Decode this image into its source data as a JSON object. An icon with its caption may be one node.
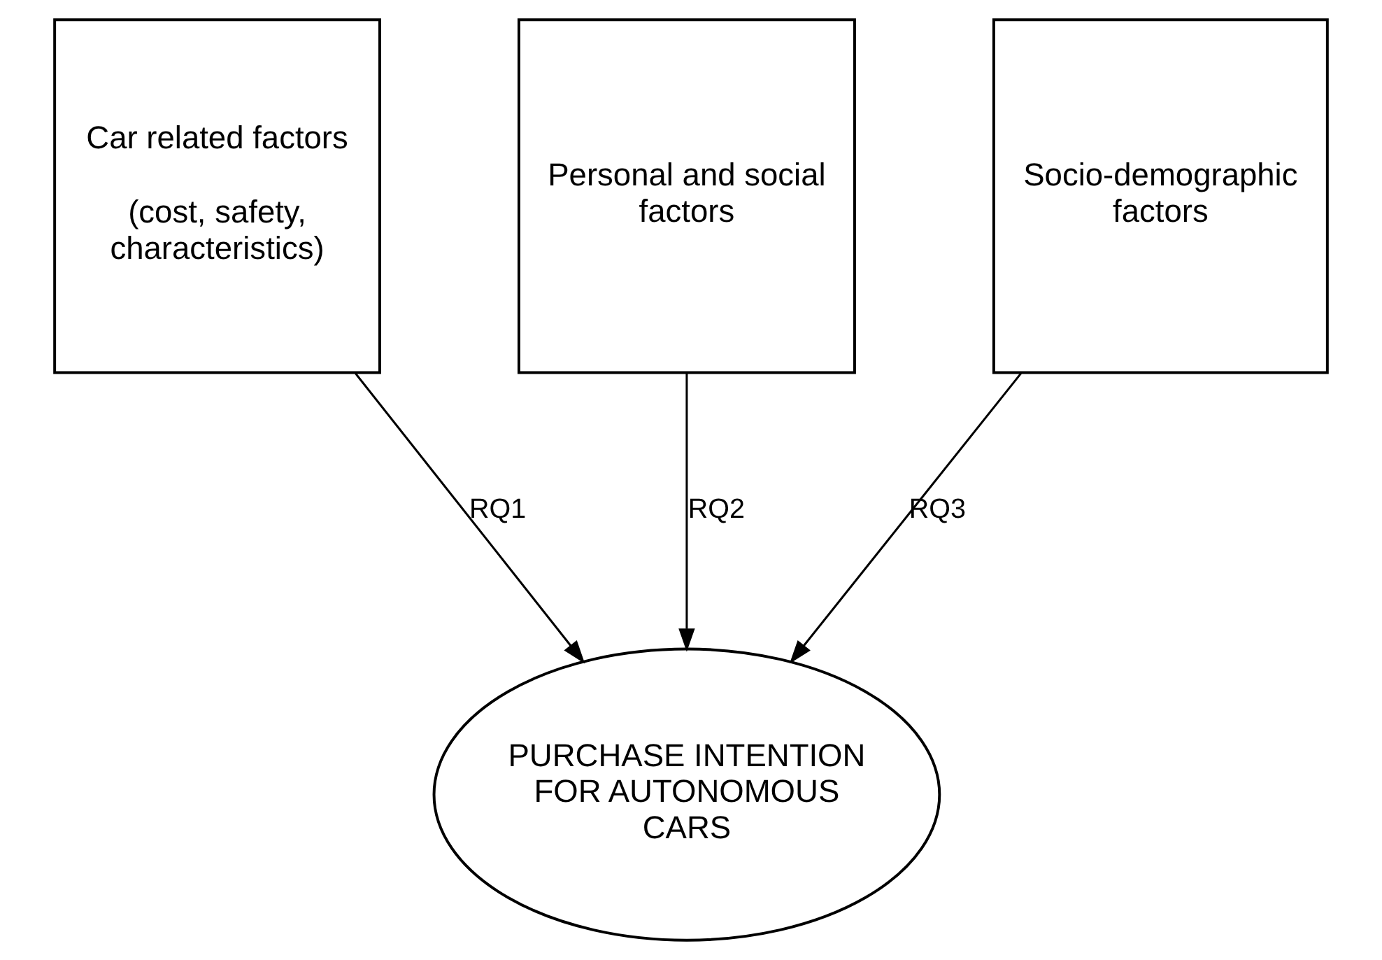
{
  "diagram": {
    "nodes": [
      {
        "text": [
          "Car related factors",
          "(cost, safety, characteristics)"
        ]
      },
      {
        "text": [
          "Personal and social factors"
        ]
      },
      {
        "text": [
          "Socio-demographic factors"
        ]
      },
      {
        "text": [
          "PURCHASE INTENTION FOR AUTONOMOUS CARS"
        ]
      }
    ],
    "edges": [
      {
        "from": 0,
        "to": 3,
        "arrow": "to",
        "label": "RQ1"
      },
      {
        "from": 1,
        "to": 3,
        "arrow": "to",
        "label": "RQ2"
      },
      {
        "from": 2,
        "to": 3,
        "arrow": "to",
        "label": "RQ3"
      }
    ]
  }
}
